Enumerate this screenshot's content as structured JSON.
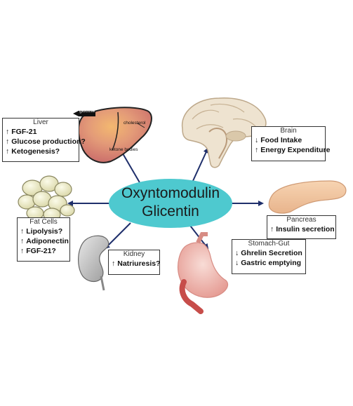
{
  "center": {
    "line1": "Oxyntomodulin",
    "line2": "Glicentin",
    "color": "#4ec9cf"
  },
  "arrow_color": "#1f2f6b",
  "liver": {
    "title": "Liver",
    "items": [
      {
        "arrow": "↑",
        "text": "FGF-21"
      },
      {
        "arrow": "↑",
        "text": "Glucose production?"
      },
      {
        "arrow": "↑",
        "text": "Ketogenesis?"
      }
    ],
    "labels": {
      "glucose": "glucose",
      "cholesterol": "cholesterol",
      "ketone": "ketone bodies"
    }
  },
  "brain": {
    "title": "Brain",
    "items": [
      {
        "arrow": "↓",
        "text": "Food Intake"
      },
      {
        "arrow": "↑",
        "text": "Energy Expenditure"
      }
    ]
  },
  "fat": {
    "title": "Fat Cells",
    "items": [
      {
        "arrow": "↑",
        "text": "Lipolysis?"
      },
      {
        "arrow": "↑",
        "text": "Adiponectin"
      },
      {
        "arrow": "↑",
        "text": "FGF-21?"
      }
    ]
  },
  "pancreas": {
    "title": "Pancreas",
    "items": [
      {
        "arrow": "↑",
        "text": "Insulin secretion"
      }
    ]
  },
  "kidney": {
    "title": "Kidney",
    "items": [
      {
        "arrow": "↑",
        "text": "Natriuresis?"
      }
    ]
  },
  "stomach": {
    "title": "Stomach-Gut",
    "items": [
      {
        "arrow": "↓",
        "text": "Ghrelin Secretion"
      },
      {
        "arrow": "↓",
        "text": "Gastric emptying"
      }
    ]
  }
}
